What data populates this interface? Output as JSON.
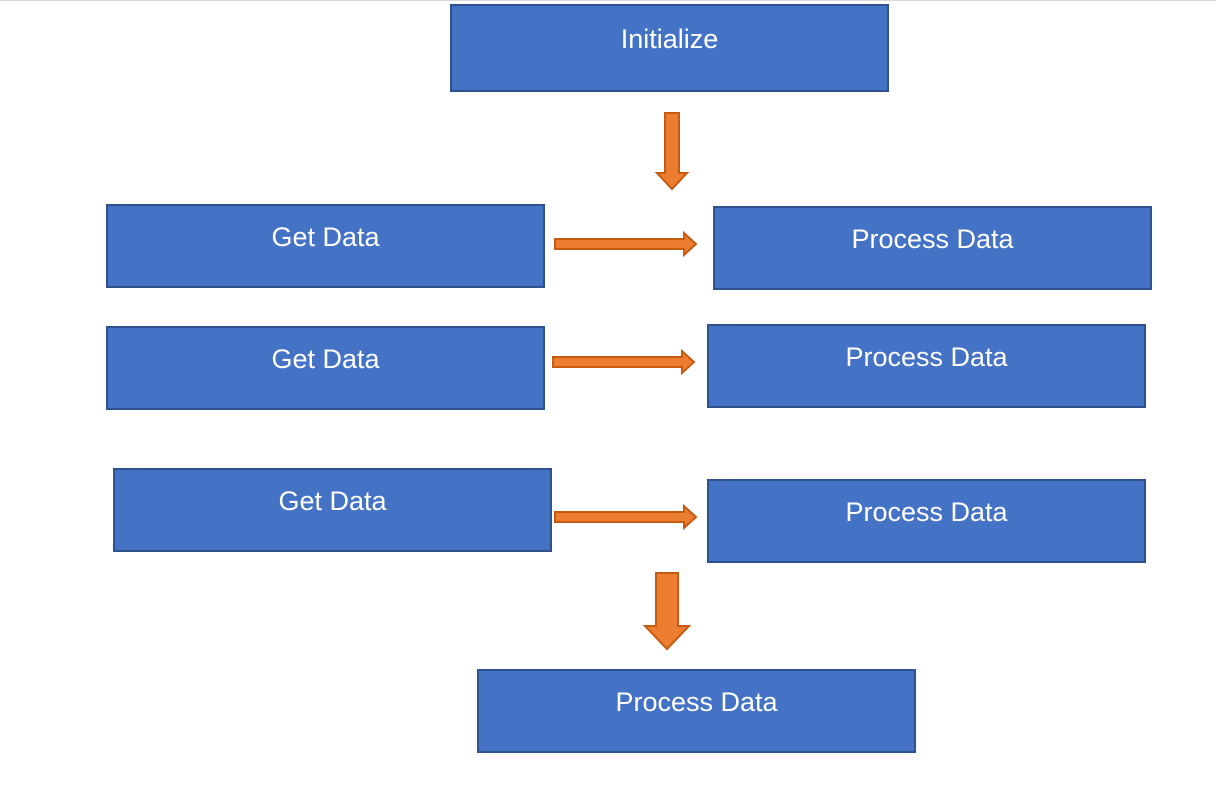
{
  "diagram": {
    "colors": {
      "box_fill": "#4472c4",
      "box_border": "#2f528f",
      "box_text": "#ffffff",
      "arrow_fill": "#ed7d31",
      "arrow_border": "#c55a11"
    },
    "nodes": {
      "initialize": {
        "label": "Initialize"
      },
      "get_data_1": {
        "label": "Get Data"
      },
      "process_data_1": {
        "label": "Process Data"
      },
      "get_data_2": {
        "label": "Get Data"
      },
      "process_data_2": {
        "label": "Process Data"
      },
      "get_data_3": {
        "label": "Get Data"
      },
      "process_data_3": {
        "label": "Process Data"
      },
      "process_data_final": {
        "label": "Process Data"
      }
    },
    "edges": [
      {
        "from": "initialize",
        "to": "process_data_1",
        "direction": "down"
      },
      {
        "from": "get_data_1",
        "to": "process_data_1",
        "direction": "right"
      },
      {
        "from": "get_data_2",
        "to": "process_data_2",
        "direction": "right"
      },
      {
        "from": "get_data_3",
        "to": "process_data_3",
        "direction": "right"
      },
      {
        "from": "process_data_3",
        "to": "process_data_final",
        "direction": "down"
      }
    ]
  }
}
